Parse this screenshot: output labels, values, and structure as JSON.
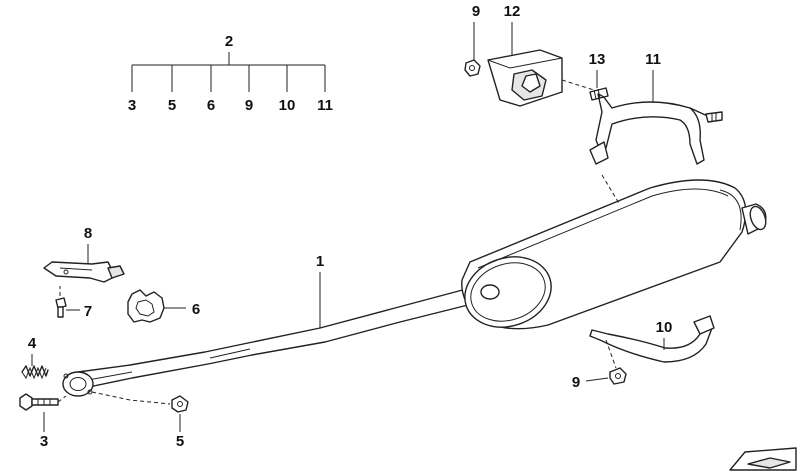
{
  "callouts": {
    "l_2": "2",
    "tree": [
      "3",
      "5",
      "6",
      "9",
      "10",
      "11"
    ],
    "l_9_top": "9",
    "l_12": "12",
    "l_13": "13",
    "l_11": "11",
    "l_8": "8",
    "l_7": "7",
    "l_6": "6",
    "l_1": "1",
    "l_4": "4",
    "l_3_bottom": "3",
    "l_5_bottom": "5",
    "l_10": "10",
    "l_9_bottom": "9"
  },
  "colors": {
    "line": "#222222",
    "background": "#ffffff"
  }
}
